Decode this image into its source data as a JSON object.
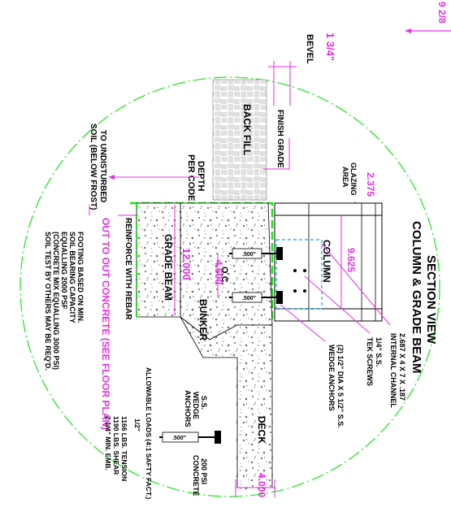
{
  "title": {
    "line1": "SECTION VIEW",
    "line2": "COLUMN & GRADE BEAM"
  },
  "labels": {
    "bevel": "BEVEL",
    "finish_grade": "FINISH GRADE",
    "back_fill": "BACK FILL",
    "glazing_area_1": "GLAZING",
    "glazing_area_2": "AREA",
    "depth_1": "DEPTH",
    "depth_2": "PER CODE",
    "undisturbed_1": "TO UNDISTURBED",
    "undisturbed_2": "SOIL (BELOW FROST)",
    "column": "COLUMN",
    "internal_channel_1": "2.687 X 4 X 7 X .187",
    "internal_channel_2": "INTERNAL CHANNEL",
    "tek_screws_1": "1/4\" S.S.",
    "tek_screws_2": "TEK SCREWS",
    "wedge_anchors_1": "(2) 1/2\" DIA X 5 1/2\" S.S.",
    "wedge_anchors_2": "WEDGE ANCHORS",
    "oc": "O.C.",
    "grade_beam": "GRADE BEAM",
    "reinforce": "REINFORCE WITH REBAR",
    "out_to_out": "OUT TO OUT CONCRETE (SEE FLOOR PLAN)",
    "footing_notes": [
      "FOOTING BASED ON MIN.",
      "SOIL BEARING CAPACITY",
      "EQUALLING 2000 PSF",
      "(CONCRETE MIX EQUALLING 3000 PSI)",
      "SOIL TEST BY OTHERS MAY BE REQ'D."
    ],
    "bunker": "BUNKER",
    "deck": "DECK",
    "allowable_loads": "ALLOWABLE LOADS (4:1 SAFTY FACT.)",
    "half_inch": "1/2\"",
    "loads_lines": [
      "1166 LBS. TENSION",
      "1190 LBS. SHEAR",
      "2 1/4\" MIN. EMB."
    ],
    "ss_wedge_1": "S.S.",
    "ss_wedge_2": "WEDGE",
    "ss_wedge_3": "ANCHORS",
    "psi_concrete_1": "200 PSI",
    "psi_concrete_2": "CONCRETE",
    "anchor_tag": ".500\"",
    "corner_text": "9 2/8"
  },
  "dimensions": {
    "bevel_size": "1 3/4\"",
    "glazing_width": "2.375",
    "column_width": "9.625",
    "anchor_spacing": "4.500",
    "beam_width": "12.000",
    "deck_width": "4.000"
  },
  "colors": {
    "dimension": "#e62ee6",
    "ground_line": "#19e619",
    "detail_circle": "#19e619",
    "channel": "#1aa3d9",
    "concrete_speckle": "#7a7a7a",
    "line": "#000000"
  }
}
